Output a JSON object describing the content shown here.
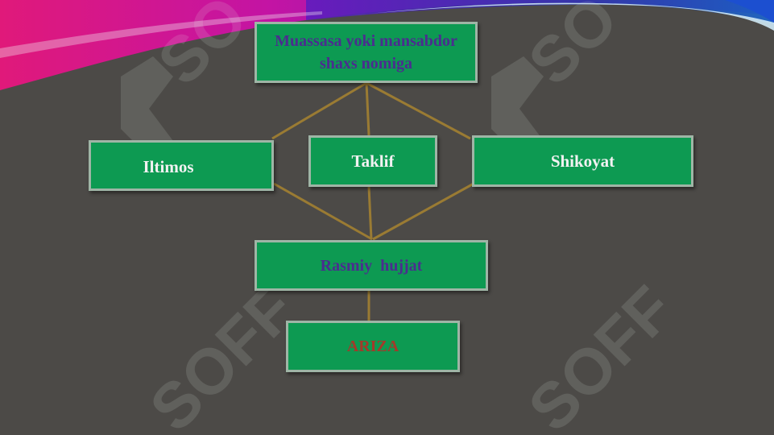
{
  "slide": {
    "boxes": {
      "top": "Muassasa yoki mansabdor shaxs nomiga",
      "iltimos": "Iltimos",
      "taklif": "Taklif",
      "shikoyat": "Shikoyat",
      "rasmiy": "Rasmiy  hujjat",
      "ariza": "ARIZA"
    },
    "watermark_text": "SOFF",
    "colors": {
      "background": "#4c4a47",
      "box_fill": "#0d9a52",
      "box_border": "#9fb5a6",
      "connector": "#9a7b33",
      "purple_text": "#4b2d8f",
      "red_text": "#a33a2a",
      "banner_magenta": "#d4138a"
    }
  }
}
